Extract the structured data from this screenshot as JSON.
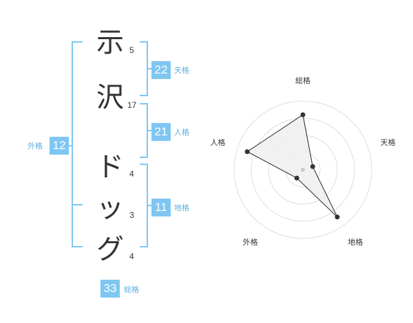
{
  "name": {
    "characters": [
      {
        "char": "示",
        "strokes": "5"
      },
      {
        "char": "沢",
        "strokes": "17"
      },
      {
        "char": "ド",
        "strokes": "4"
      },
      {
        "char": "ッ",
        "strokes": "3"
      },
      {
        "char": "グ",
        "strokes": "4"
      }
    ]
  },
  "fortunes": {
    "tenkaku": {
      "label": "天格",
      "value": "22"
    },
    "jinkaku": {
      "label": "人格",
      "value": "21"
    },
    "chikaku": {
      "label": "地格",
      "value": "11"
    },
    "gaikaku": {
      "label": "外格",
      "value": "12"
    },
    "soukaku": {
      "label": "総格",
      "value": "33"
    }
  },
  "colors": {
    "accent": "#7fc6f2",
    "accent_text": "#5aaee3",
    "ink": "#333333",
    "grid": "#dddddd"
  },
  "chart_data": {
    "type": "radar",
    "axes": [
      "総格",
      "天格",
      "地格",
      "外格",
      "人格"
    ],
    "values": [
      0.8,
      0.15,
      0.85,
      0.15,
      0.85
    ],
    "rings": 4,
    "fill": "#efefef",
    "line": "#222222"
  }
}
